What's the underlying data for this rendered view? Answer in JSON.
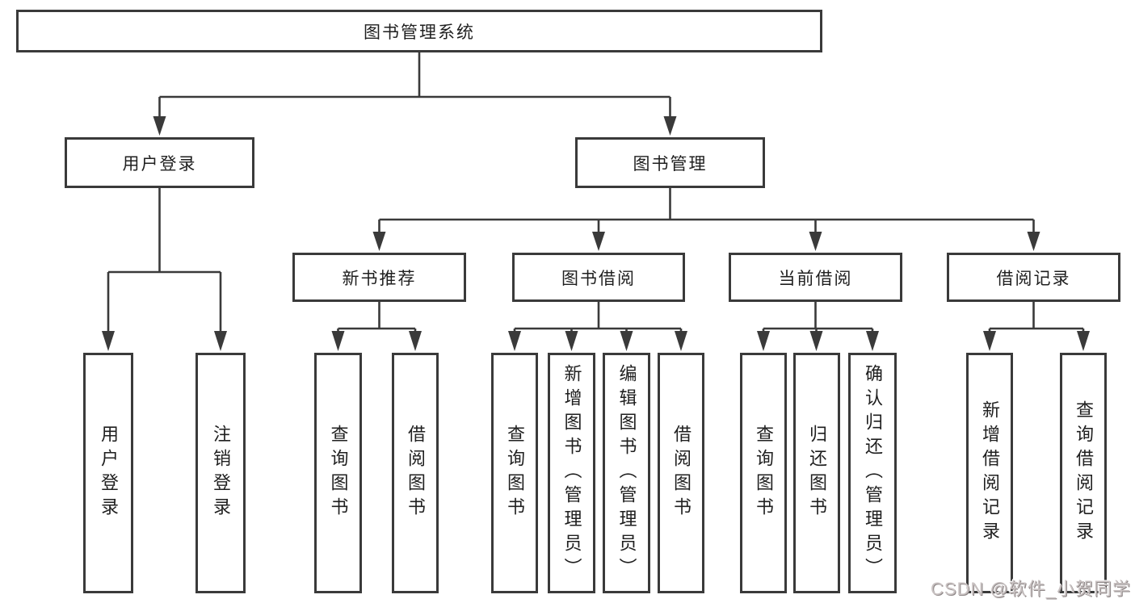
{
  "diagram_title": "图书管理系统",
  "colors": {
    "border": "#3a3a3a",
    "line": "#3a3a3a",
    "background": "#ffffff",
    "text": "#1f1f1f",
    "watermark_fill": "#c9c2c2"
  },
  "nodes": {
    "root": {
      "label": "图书管理系统"
    },
    "user_login": {
      "label": "用户登录"
    },
    "book_mgmt": {
      "label": "图书管理"
    },
    "new_book_rec": {
      "label": "新书推荐"
    },
    "book_borrow": {
      "label": "图书借阅"
    },
    "current_borrow": {
      "label": "当前借阅"
    },
    "borrow_records": {
      "label": "借阅记录"
    },
    "leaf_user_login": {
      "label": "用户登录"
    },
    "leaf_logout": {
      "label": "注销登录"
    },
    "leaf_nbr_query": {
      "label": "查询图书"
    },
    "leaf_nbr_borrow": {
      "label": "借阅图书"
    },
    "leaf_bb_query": {
      "label": "查询图书"
    },
    "leaf_bb_add": {
      "label": "新增图书（管理员）"
    },
    "leaf_bb_edit": {
      "label": "编辑图书（管理员）"
    },
    "leaf_bb_borrow": {
      "label": "借阅图书"
    },
    "leaf_cb_query": {
      "label": "查询图书"
    },
    "leaf_cb_return": {
      "label": "归还图书"
    },
    "leaf_cb_confirm": {
      "label": "确认归还（管理员）"
    },
    "leaf_br_add": {
      "label": "新增借阅记录"
    },
    "leaf_br_query": {
      "label": "查询借阅记录"
    }
  },
  "edges": [
    {
      "from": "root",
      "to": [
        "user_login",
        "book_mgmt"
      ]
    },
    {
      "from": "user_login",
      "to": [
        "leaf_user_login",
        "leaf_logout"
      ]
    },
    {
      "from": "book_mgmt",
      "to": [
        "new_book_rec",
        "book_borrow",
        "current_borrow",
        "borrow_records"
      ]
    },
    {
      "from": "new_book_rec",
      "to": [
        "leaf_nbr_query",
        "leaf_nbr_borrow"
      ]
    },
    {
      "from": "book_borrow",
      "to": [
        "leaf_bb_query",
        "leaf_bb_add",
        "leaf_bb_edit",
        "leaf_bb_borrow"
      ]
    },
    {
      "from": "current_borrow",
      "to": [
        "leaf_cb_query",
        "leaf_cb_return",
        "leaf_cb_confirm"
      ]
    },
    {
      "from": "borrow_records",
      "to": [
        "leaf_br_add",
        "leaf_br_query"
      ]
    }
  ],
  "watermark": {
    "text": "CSDN @软件_小贺同学"
  }
}
